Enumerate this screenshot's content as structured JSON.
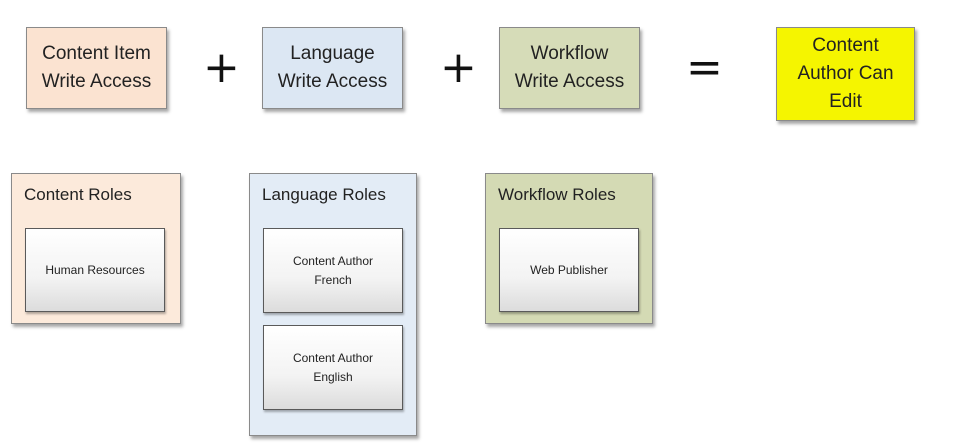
{
  "equation": {
    "content_item": "Content Item\nWrite Access",
    "plus1": "+",
    "language": "Language\nWrite Access",
    "plus2": "+",
    "workflow": "Workflow\nWrite Access",
    "equals": "=",
    "result": "Content\nAuthor Can\nEdit"
  },
  "groups": {
    "content": {
      "title": "Content Roles",
      "roles": [
        "Human Resources"
      ]
    },
    "language": {
      "title": "Language Roles",
      "roles": [
        "Content Author\nFrench",
        "Content Author\nEnglish"
      ]
    },
    "workflow": {
      "title": "Workflow Roles",
      "roles": [
        "Web Publisher"
      ]
    }
  },
  "colors": {
    "content_fill": "#fbe3d1",
    "content_group_fill": "#fceadb",
    "language_fill": "#dce7f3",
    "language_group_fill": "#e3ecf6",
    "workflow_fill": "#d6dcb8",
    "workflow_group_fill": "#d4dab4",
    "result_fill": "#f5f500"
  }
}
